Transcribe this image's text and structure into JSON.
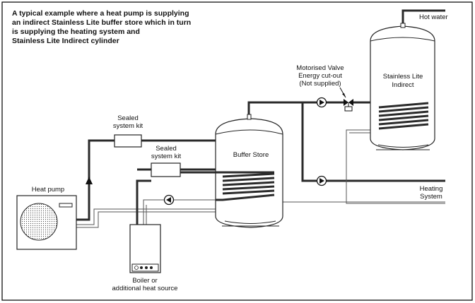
{
  "title": {
    "line1": "A typical example where a heat pump is supplying",
    "line2": "an indirect Stainless Lite buffer store which in turn",
    "line3": "is supplying the heating system and",
    "line4": "Stainless Lite Indirect cylinder"
  },
  "labels": {
    "hot_water": "Hot water",
    "valve_line1": "Motorised Valve",
    "valve_line2": "Energy cut-out",
    "valve_line3": "(Not supplied)",
    "cylinder_line1": "Stainless Lite",
    "cylinder_line2": "Indirect",
    "sealed_kit1_line1": "Sealed",
    "sealed_kit1_line2": "system kit",
    "sealed_kit2_line1": "Sealed",
    "sealed_kit2_line2": "system kit",
    "buffer_store": "Buffer Store",
    "heat_pump": "Heat pump",
    "heating_line1": "Heating",
    "heating_line2": "System",
    "boiler_line1": "Boiler or",
    "boiler_line2": "additional heat source"
  }
}
